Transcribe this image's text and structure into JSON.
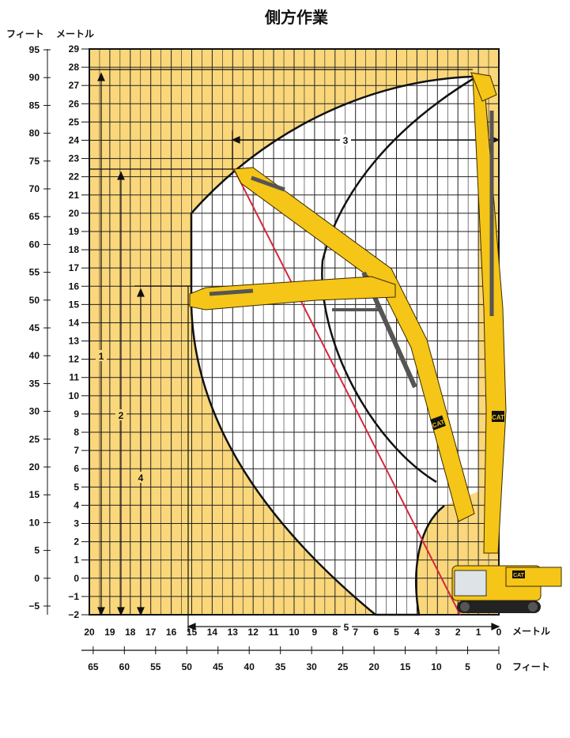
{
  "title": "側方作業",
  "units": {
    "feet_vertical": "フィート",
    "meters_vertical": "メートル",
    "meters_horizontal": "メートル",
    "feet_horizontal": "フィート"
  },
  "left_feet_ticks": [
    "95",
    "90",
    "85",
    "80",
    "75",
    "70",
    "65",
    "60",
    "55",
    "50",
    "45",
    "40",
    "35",
    "30",
    "25",
    "20",
    "15",
    "10",
    "5",
    "0",
    "−5"
  ],
  "left_meter_ticks": [
    "29",
    "28",
    "27",
    "26",
    "25",
    "24",
    "23",
    "22",
    "21",
    "20",
    "19",
    "18",
    "17",
    "16",
    "15",
    "14",
    "13",
    "12",
    "11",
    "10",
    "9",
    "8",
    "7",
    "6",
    "5",
    "4",
    "3",
    "2",
    "1",
    "0",
    "−1",
    "−2"
  ],
  "bottom_meter_ticks": [
    "20",
    "19",
    "18",
    "17",
    "16",
    "15",
    "14",
    "13",
    "12",
    "11",
    "10",
    "9",
    "8",
    "7",
    "6",
    "5",
    "4",
    "3",
    "2",
    "1",
    "0"
  ],
  "bottom_feet_ticks": [
    "65",
    "60",
    "55",
    "50",
    "45",
    "40",
    "35",
    "30",
    "25",
    "20",
    "15",
    "10",
    "5",
    "0"
  ],
  "dimension_labels": {
    "d1": "1",
    "d2": "2",
    "d3": "3",
    "d4": "4",
    "d5": "5"
  },
  "badge_text": "CAT",
  "colors": {
    "chart_bg": "#FAD77B",
    "grid": "#222222",
    "work_area": "#FFFFFF",
    "machine": "#F5C518",
    "reach_line": "#D7263D"
  }
}
